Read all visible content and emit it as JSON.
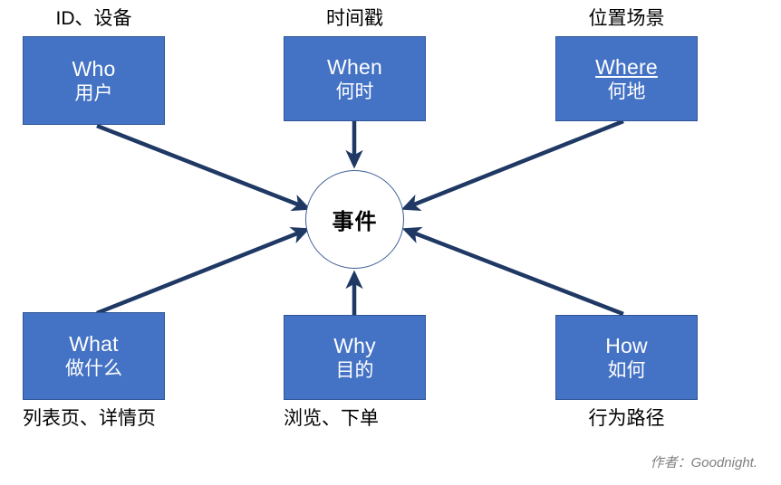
{
  "diagram": {
    "title_hub": "事件",
    "author_note": "作者：Goodnight.",
    "colors": {
      "node_fill": "#4472C4",
      "node_border": "#2F5597",
      "arrow": "#1F3864",
      "hub_border": "#3B5C95",
      "hub_text": "#000000",
      "caption_text": "#000000",
      "signature_text": "#808080"
    },
    "nodes": [
      {
        "id": "who",
        "en": "Who",
        "cn": "用户",
        "underline": false,
        "caption": "ID、设备",
        "caption_position": "above"
      },
      {
        "id": "when",
        "en": "When",
        "cn": "何时",
        "underline": false,
        "caption": "时间戳",
        "caption_position": "above"
      },
      {
        "id": "where",
        "en": "Where",
        "cn": "何地",
        "underline": true,
        "caption": "位置场景",
        "caption_position": "above"
      },
      {
        "id": "what",
        "en": "What",
        "cn": "做什么",
        "underline": false,
        "caption": "列表页、详情页",
        "caption_position": "below"
      },
      {
        "id": "why",
        "en": "Why",
        "cn": "目的",
        "underline": false,
        "caption": "浏览、下单",
        "caption_position": "below"
      },
      {
        "id": "how",
        "en": "How",
        "cn": "如何",
        "underline": false,
        "caption": "行为路径",
        "caption_position": "below"
      }
    ],
    "edges": [
      {
        "from": "who",
        "to": "hub"
      },
      {
        "from": "when",
        "to": "hub"
      },
      {
        "from": "where",
        "to": "hub"
      },
      {
        "from": "what",
        "to": "hub"
      },
      {
        "from": "why",
        "to": "hub"
      },
      {
        "from": "how",
        "to": "hub"
      }
    ]
  }
}
